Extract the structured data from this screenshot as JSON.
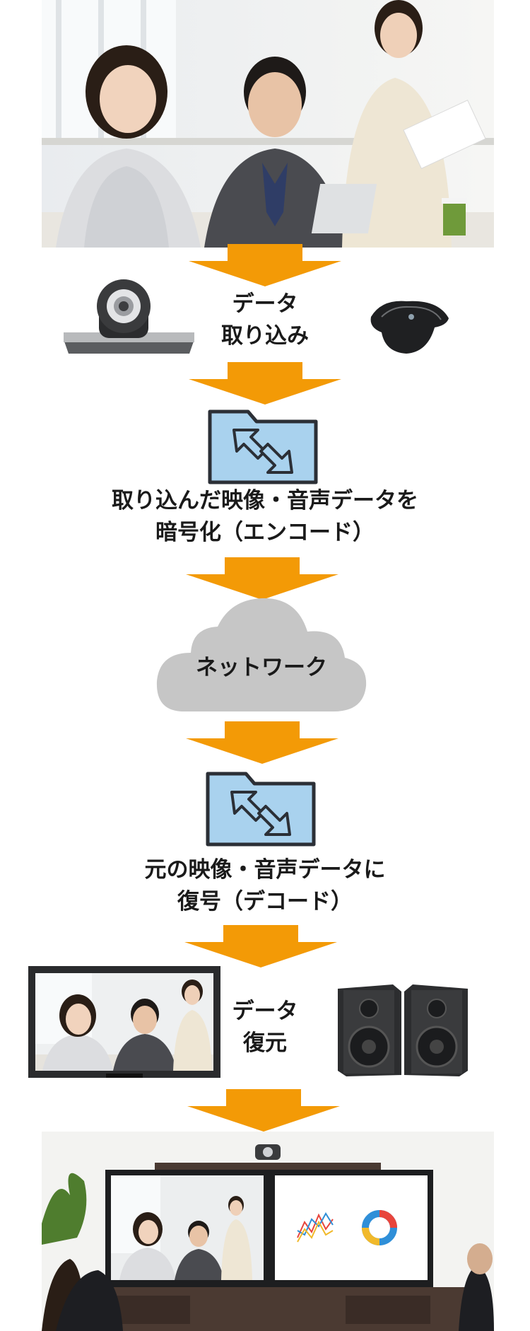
{
  "steps": {
    "capture": {
      "line1": "データ",
      "line2": "取り込み"
    },
    "encode": {
      "line1": "取り込んだ映像・音声データを",
      "line2": "暗号化（エンコード）"
    },
    "network": {
      "label": "ネットワーク"
    },
    "decode": {
      "line1": "元の映像・音声データに",
      "line2": "復号（デコード）"
    },
    "restore": {
      "line1": "データ",
      "line2": "復元"
    }
  },
  "colors": {
    "arrow": "#f39a06",
    "folder_fill": "#a9d2ee",
    "folder_stroke": "#2b2f36",
    "cloud": "#c6c6c6"
  }
}
